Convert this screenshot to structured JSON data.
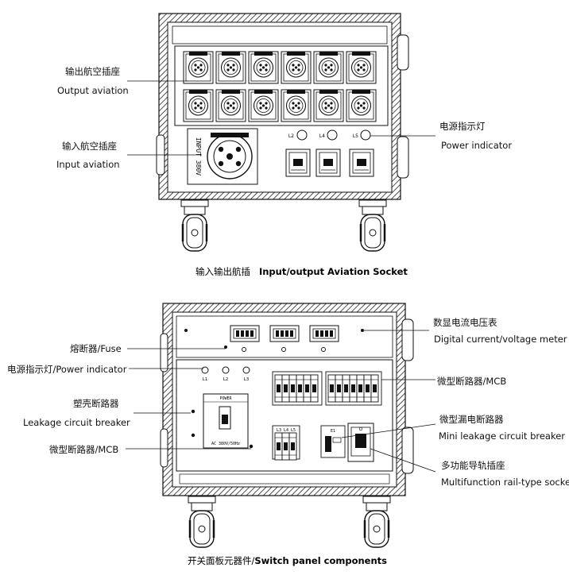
{
  "top_diagram": {
    "labels": {
      "output_cn": "输出航空插座",
      "output_en": "Output aviation",
      "input_cn": "输入航空插座",
      "input_en": "Input aviation",
      "power_cn": "电源指示灯",
      "power_en": "Power indicator"
    },
    "panel_text": {
      "input_vertical": "INPUT 380V",
      "l2": "L2",
      "l4": "L4",
      "l5": "L5"
    },
    "caption_cn": "输入输出航插",
    "caption_en": "Input/output Aviation Socket"
  },
  "bottom_diagram": {
    "labels": {
      "fuse": "熔断器/Fuse",
      "power": "电源指示灯/Power indicator",
      "leak_cn": "塑壳断路器",
      "leak_en": "Leakage circuit breaker",
      "mcb_left": "微型断路器/MCB",
      "meter_cn": "数显电流电压表",
      "meter_en": "Digital current/voltage meter",
      "mcb_right": "微型断路器/MCB",
      "mini_cn": "微型漏电断路器",
      "mini_en": "Mini leakage circuit breaker",
      "socket_cn": "多功能导轨插座",
      "socket_en": "Multifunction rail-type socket"
    },
    "panel_text": {
      "l1": "L1",
      "l2": "L2",
      "l3": "L3",
      "power_box": "POWER",
      "breaker_rating": "AC 380V/50Hz",
      "small_mcb": "L3 L4 L5",
      "e1": "E1"
    },
    "caption_cn": "开关面板元器件/",
    "caption_en": "Switch panel components"
  }
}
